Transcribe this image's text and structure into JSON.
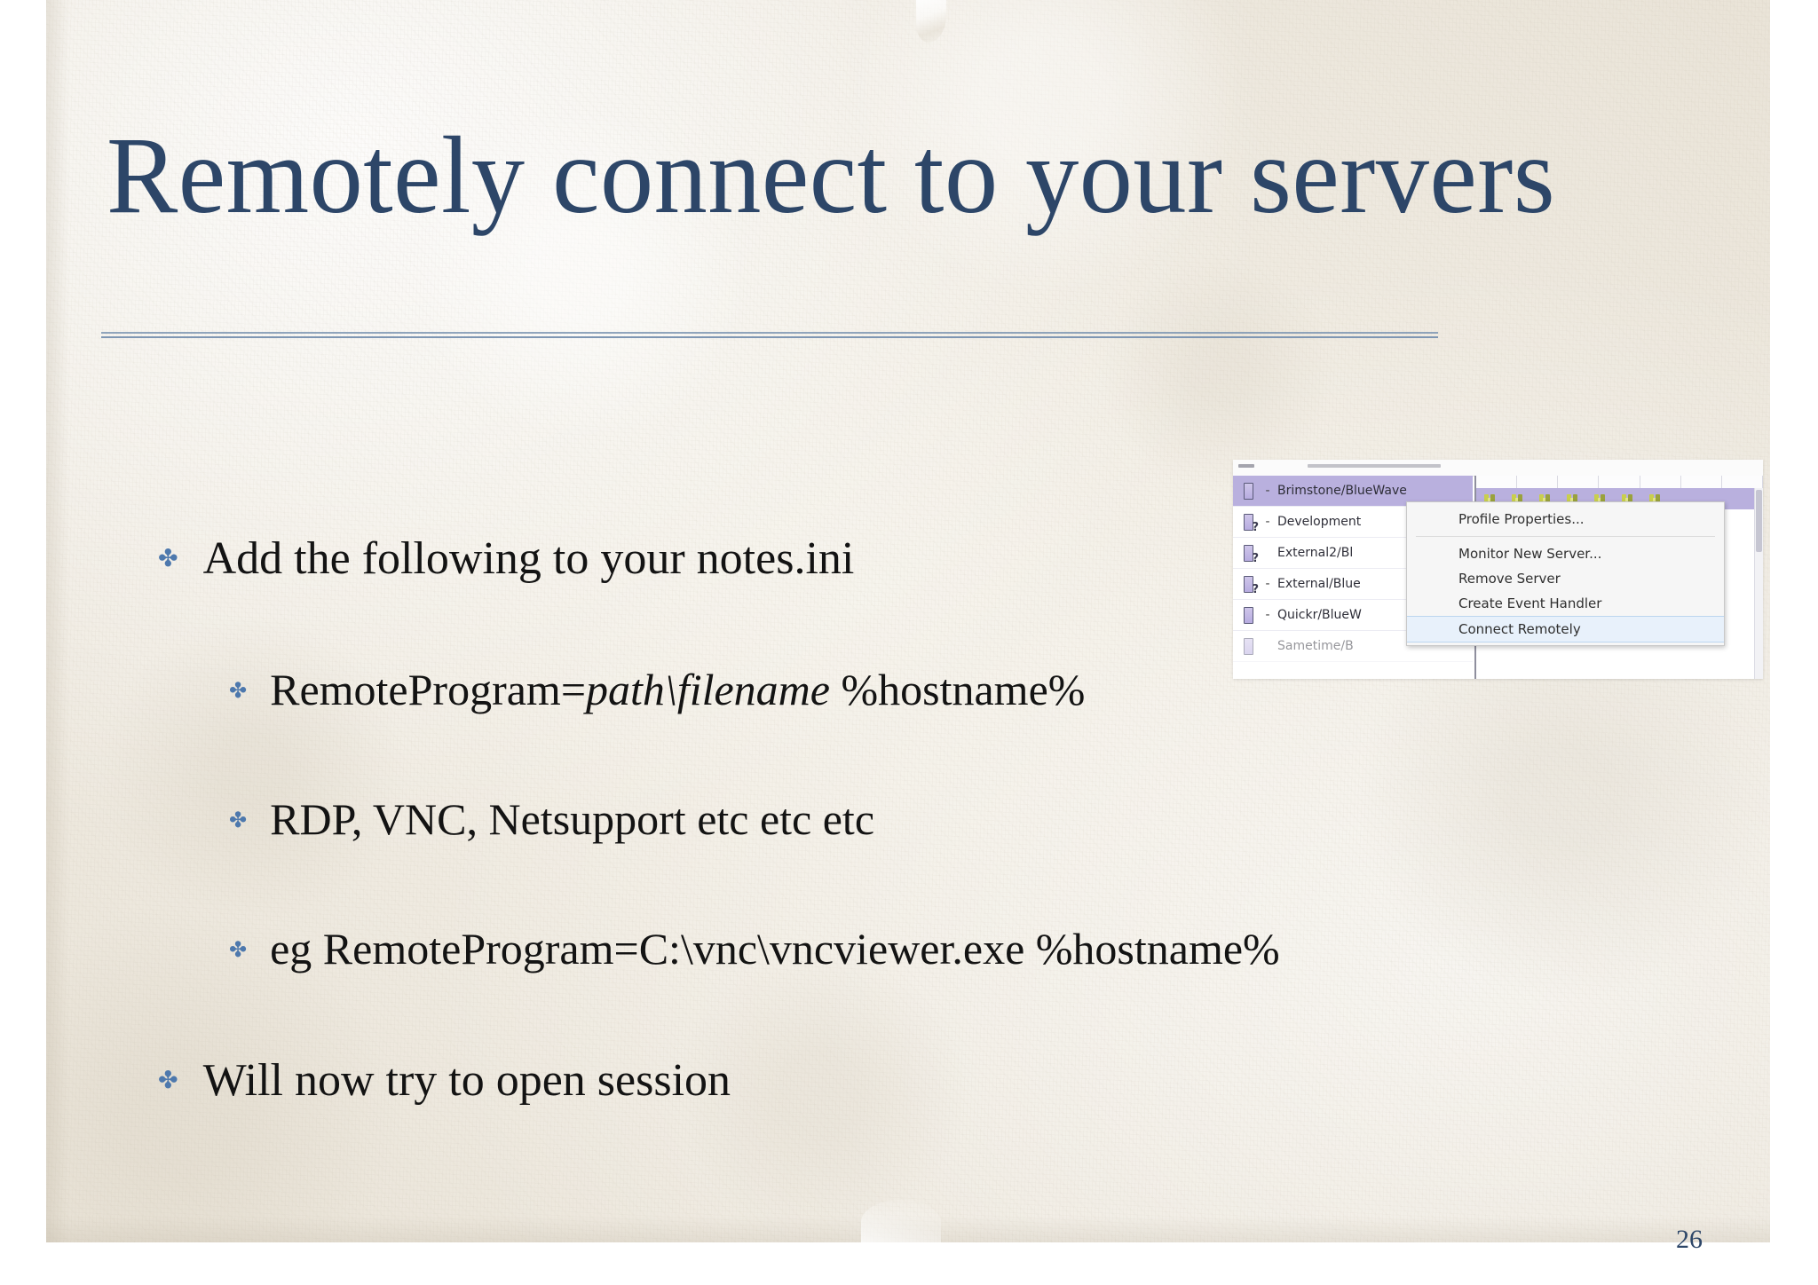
{
  "slide": {
    "title": "Remotely connect to your servers",
    "page_number": "26",
    "accent_color": "#2d4668",
    "rule_color": "#7e96b3",
    "bullet_color": "#4d78ad",
    "paper_color": "#f0ece3"
  },
  "bullets": [
    {
      "level": 1,
      "glyph": "✤",
      "glyph_name": "floral-bullet-icon",
      "text": "Add the following to your notes.ini"
    },
    {
      "level": 2,
      "glyph": "✤",
      "glyph_name": "floral-bullet-icon",
      "prefix": "RemoteProgram=",
      "italic": "path\\filename",
      "suffix": " %hostname%"
    },
    {
      "level": 2,
      "glyph": "✤",
      "glyph_name": "floral-bullet-icon",
      "text": "RDP, VNC, Netsupport etc etc etc"
    },
    {
      "level": 2,
      "glyph": "✤",
      "glyph_name": "floral-bullet-icon",
      "text": "eg RemoteProgram=C:\\vnc\\vncviewer.exe %hostname%"
    },
    {
      "level": 1,
      "glyph": "✤",
      "glyph_name": "floral-bullet-icon",
      "text": "Will now try to open session"
    }
  ],
  "screenshot": {
    "server_rows": [
      {
        "name": "Brimstone/BlueWave",
        "dash": "-",
        "unknown": false,
        "selected": true
      },
      {
        "name": "Development",
        "dash": "-",
        "unknown": true,
        "selected": false
      },
      {
        "name": "External2/Bl",
        "dash": "",
        "unknown": true,
        "selected": false
      },
      {
        "name": "External/Blue",
        "dash": "-",
        "unknown": true,
        "selected": false
      },
      {
        "name": "Quickr/BlueW",
        "dash": "-",
        "unknown": false,
        "selected": false
      },
      {
        "name": "Sametime/B",
        "dash": "",
        "unknown": false,
        "selected": false
      }
    ],
    "context_menu": [
      {
        "label": "Profile Properties...",
        "highlighted": false,
        "separator_after": true
      },
      {
        "label": "Monitor New Server...",
        "highlighted": false,
        "separator_after": false
      },
      {
        "label": "Remove Server",
        "highlighted": false,
        "separator_after": false
      },
      {
        "label": "Create Event Handler",
        "highlighted": false,
        "separator_after": false
      },
      {
        "label": "Connect Remotely",
        "highlighted": true,
        "separator_after": false
      }
    ],
    "selected_row_color": "#b9b0de",
    "highlight_color": "#e8f1fb"
  }
}
